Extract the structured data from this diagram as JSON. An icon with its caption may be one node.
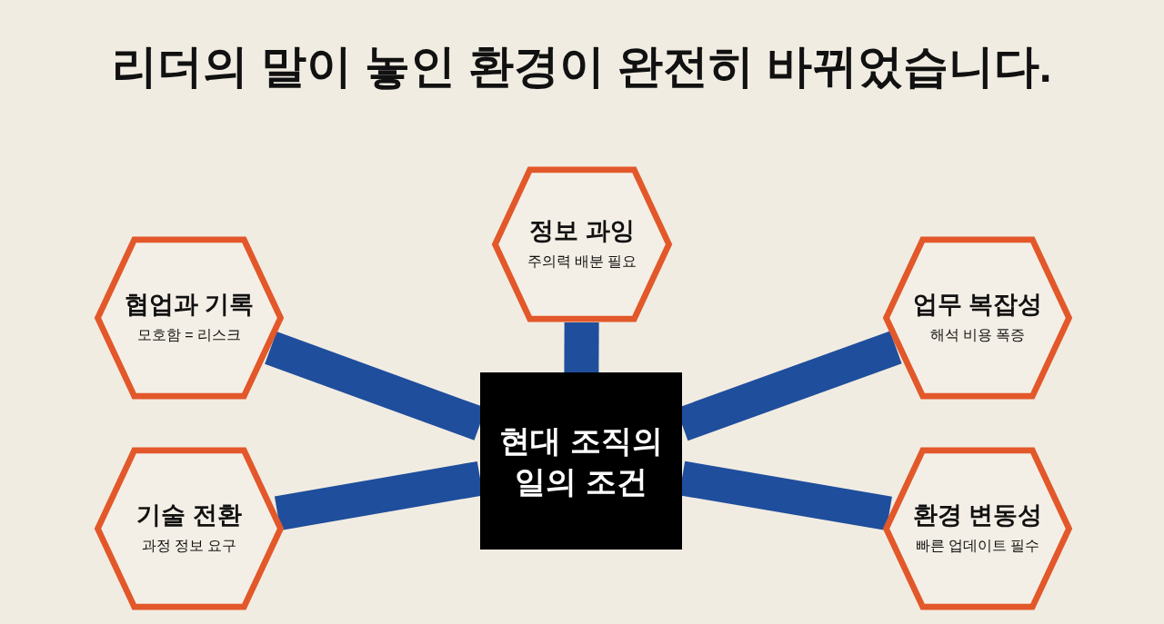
{
  "diagram": {
    "title": "리더의 말이 놓인 환경이 완전히 바뀌었습니다.",
    "nodes": [
      {
        "text": [
          "정보 과잉",
          "주의력 배분 필요"
        ]
      },
      {
        "text": [
          "협업과 기록",
          "모호함 = 리스크"
        ]
      },
      {
        "text": [
          "업무 복잡성",
          "해석 비용 폭증"
        ]
      },
      {
        "text": [
          "현대 조직의 일의 조건"
        ]
      },
      {
        "text": [
          "기술 전환",
          "과정 정보 요구"
        ]
      },
      {
        "text": [
          "환경 변동성",
          "빠른 업데이트 필수"
        ]
      }
    ],
    "edges": [
      {
        "from": 3,
        "to": 0,
        "arrow": "none"
      },
      {
        "from": 3,
        "to": 1,
        "arrow": "none"
      },
      {
        "from": 3,
        "to": 2,
        "arrow": "none"
      },
      {
        "from": 3,
        "to": 4,
        "arrow": "none"
      },
      {
        "from": 3,
        "to": 5,
        "arrow": "none"
      }
    ]
  }
}
